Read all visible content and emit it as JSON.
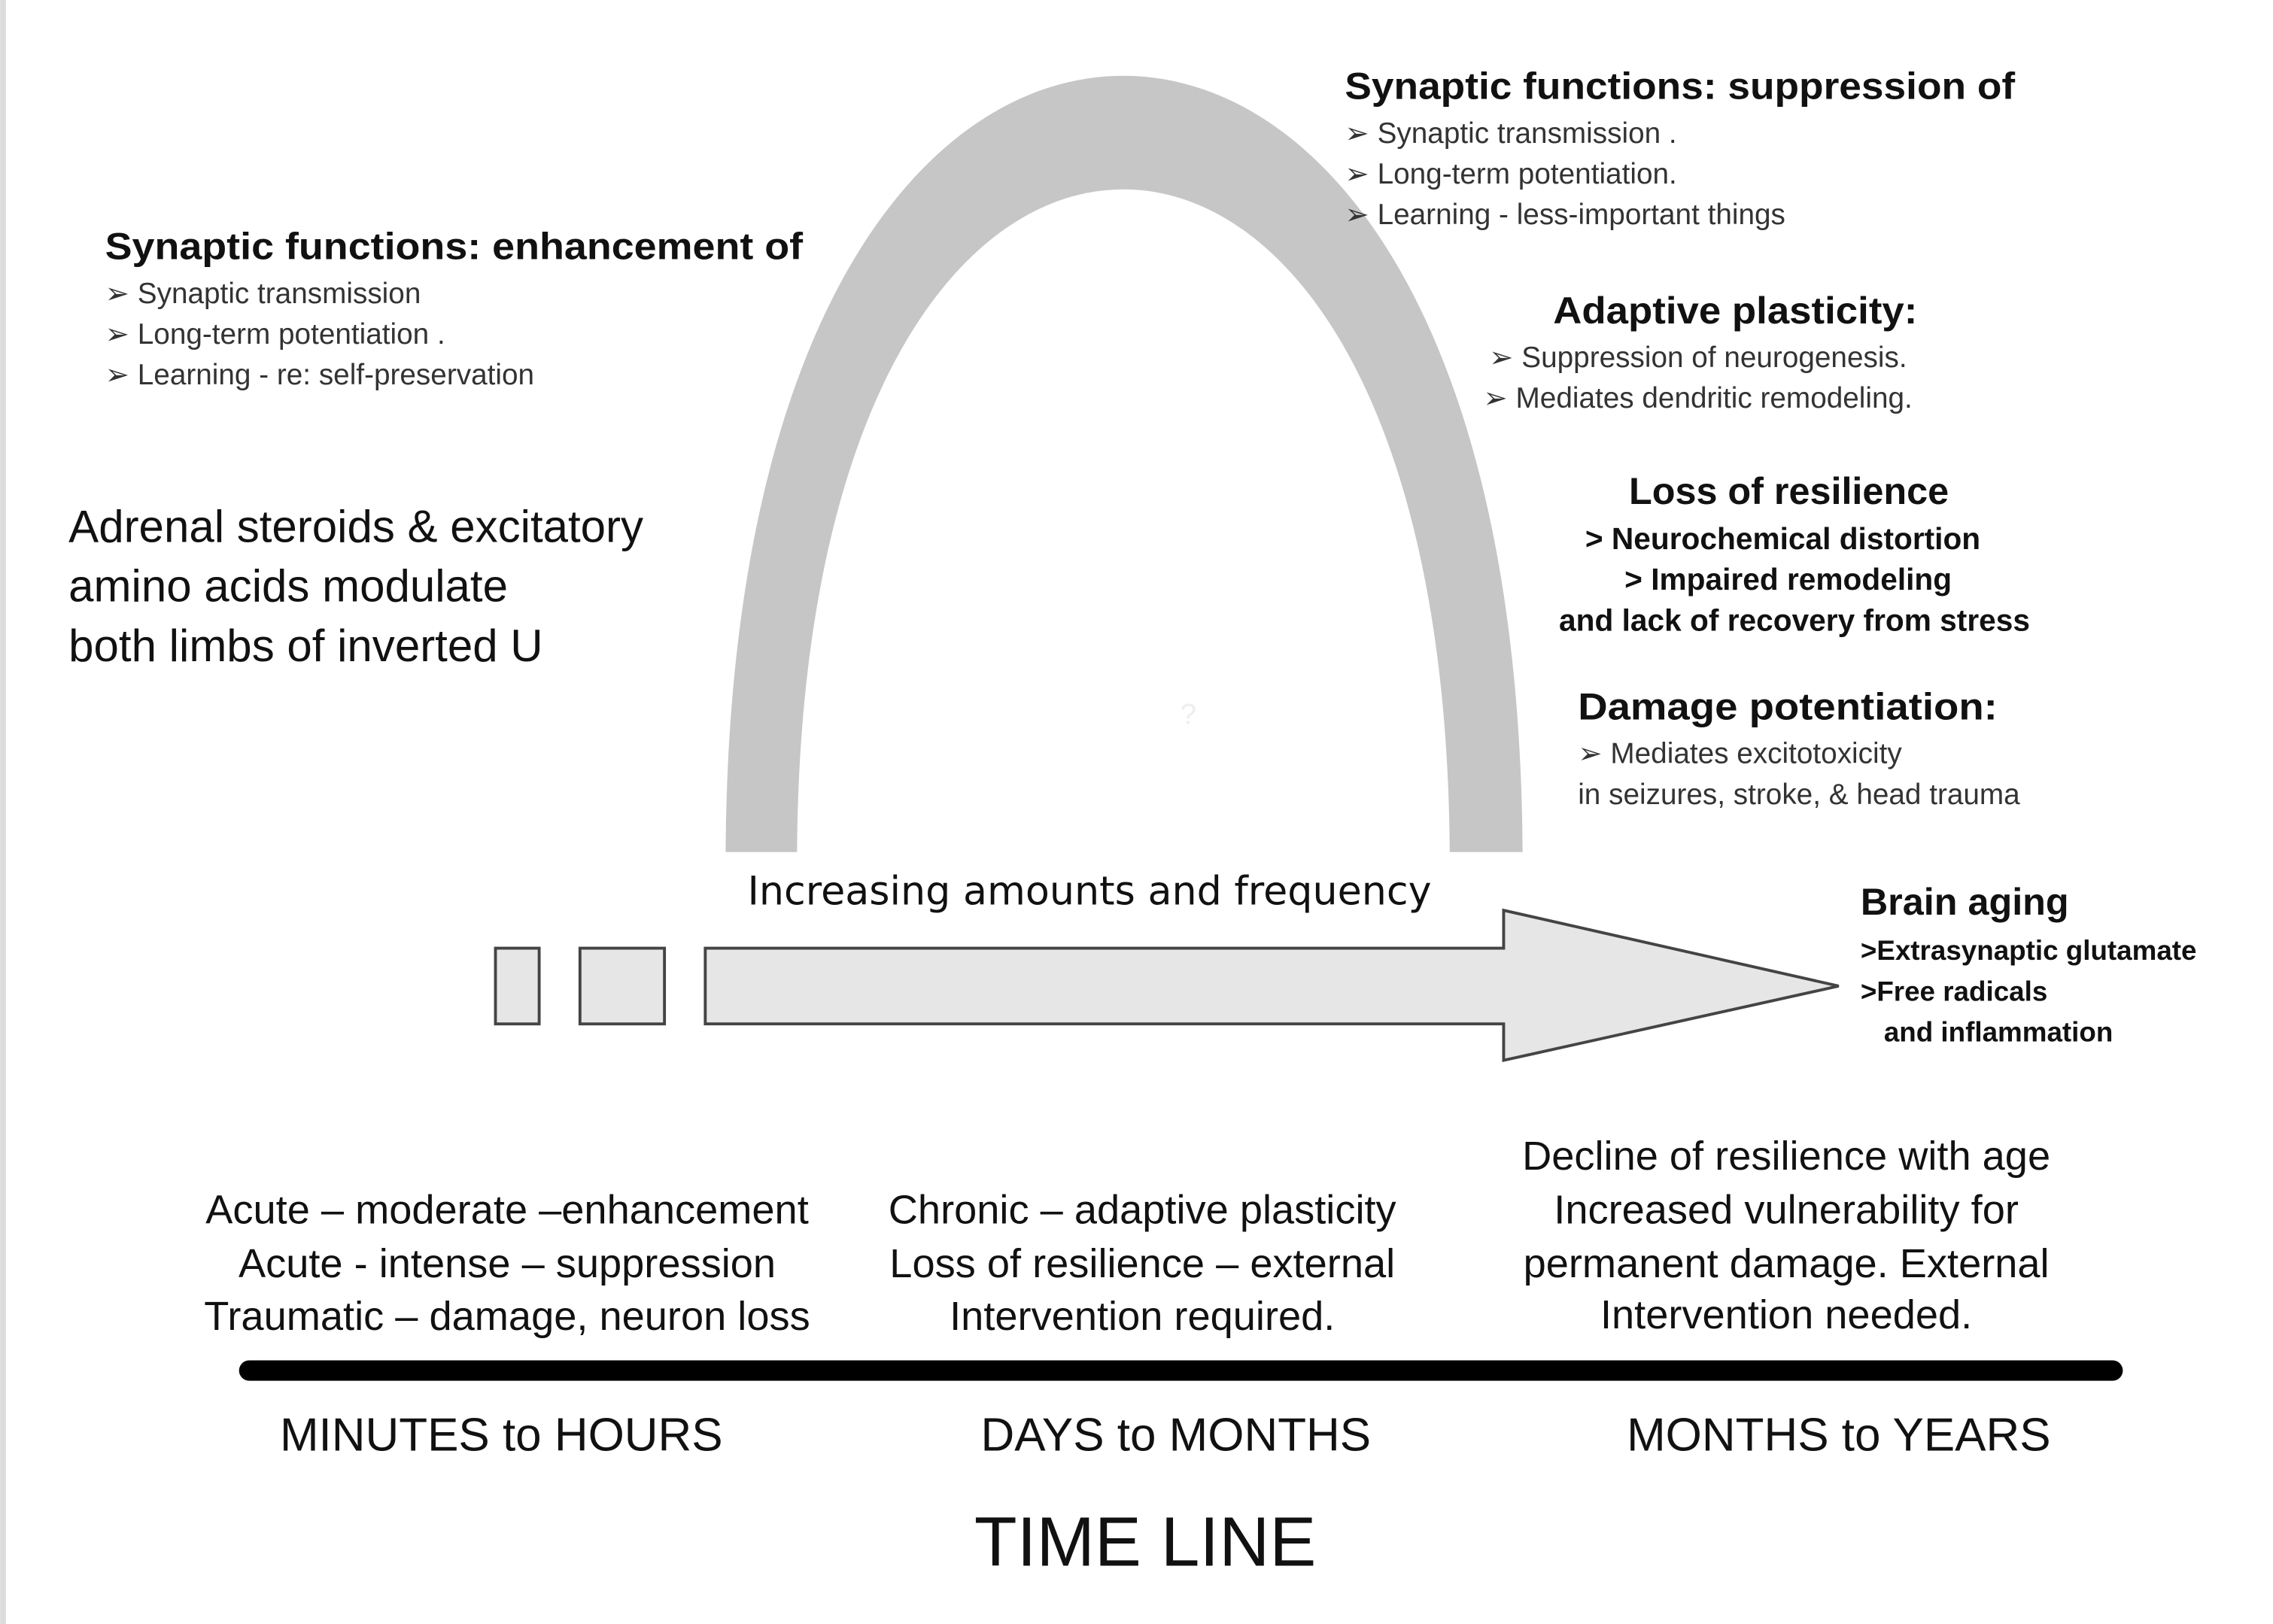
{
  "enhancement": {
    "title": "Synaptic functions: enhancement of",
    "items": [
      "➢ Synaptic transmission",
      "➢ Long-term potentiation .",
      "➢ Learning - re: self-preservation"
    ]
  },
  "suppression": {
    "title": "Synaptic functions: suppression of",
    "items": [
      "➢ Synaptic transmission .",
      "➢ Long-term potentiation.",
      "➢ Learning - less-important things"
    ]
  },
  "adaptive": {
    "title": "Adaptive plasticity:",
    "items": [
      "➢ Suppression of neurogenesis.",
      "➢ Mediates dendritic remodeling."
    ]
  },
  "resilience": {
    "title": "Loss of resilience",
    "items": [
      ">  Neurochemical distortion",
      ">  Impaired remodeling",
      "and lack of recovery from stress"
    ]
  },
  "damage": {
    "title": "Damage potentiation:",
    "items": [
      "➢ Mediates excitotoxicity",
      "in seizures, stroke, & head trauma"
    ]
  },
  "brain_aging": {
    "title": "Brain aging",
    "items": [
      ">Extrasynaptic glutamate",
      ">Free radicals",
      "and inflammation"
    ]
  },
  "adrenal": [
    "Adrenal steroids & excitatory",
    "amino acids modulate",
    "both limbs of inverted U"
  ],
  "arrow_label": "Increasing amounts and frequency",
  "question_mark": "?",
  "phases": {
    "acute": [
      "Acute – moderate –enhancement",
      "Acute -  intense – suppression",
      "Traumatic – damage, neuron loss"
    ],
    "chronic": [
      "Chronic – adaptive plasticity",
      "Loss of resilience – external",
      "Intervention required."
    ],
    "aging": [
      "Decline of resilience with age",
      "Increased vulnerability for",
      "permanent damage.  External",
      "Intervention needed."
    ]
  },
  "timeline": {
    "labels": [
      "MINUTES to HOURS",
      "DAYS to MONTHS",
      "MONTHS to YEARS"
    ],
    "title": "TIME LINE"
  },
  "colors": {
    "arch": "#c6c6c6",
    "arrow_fill": "#e6e6e6",
    "arrow_stroke": "#444444",
    "bar": "#000000"
  }
}
